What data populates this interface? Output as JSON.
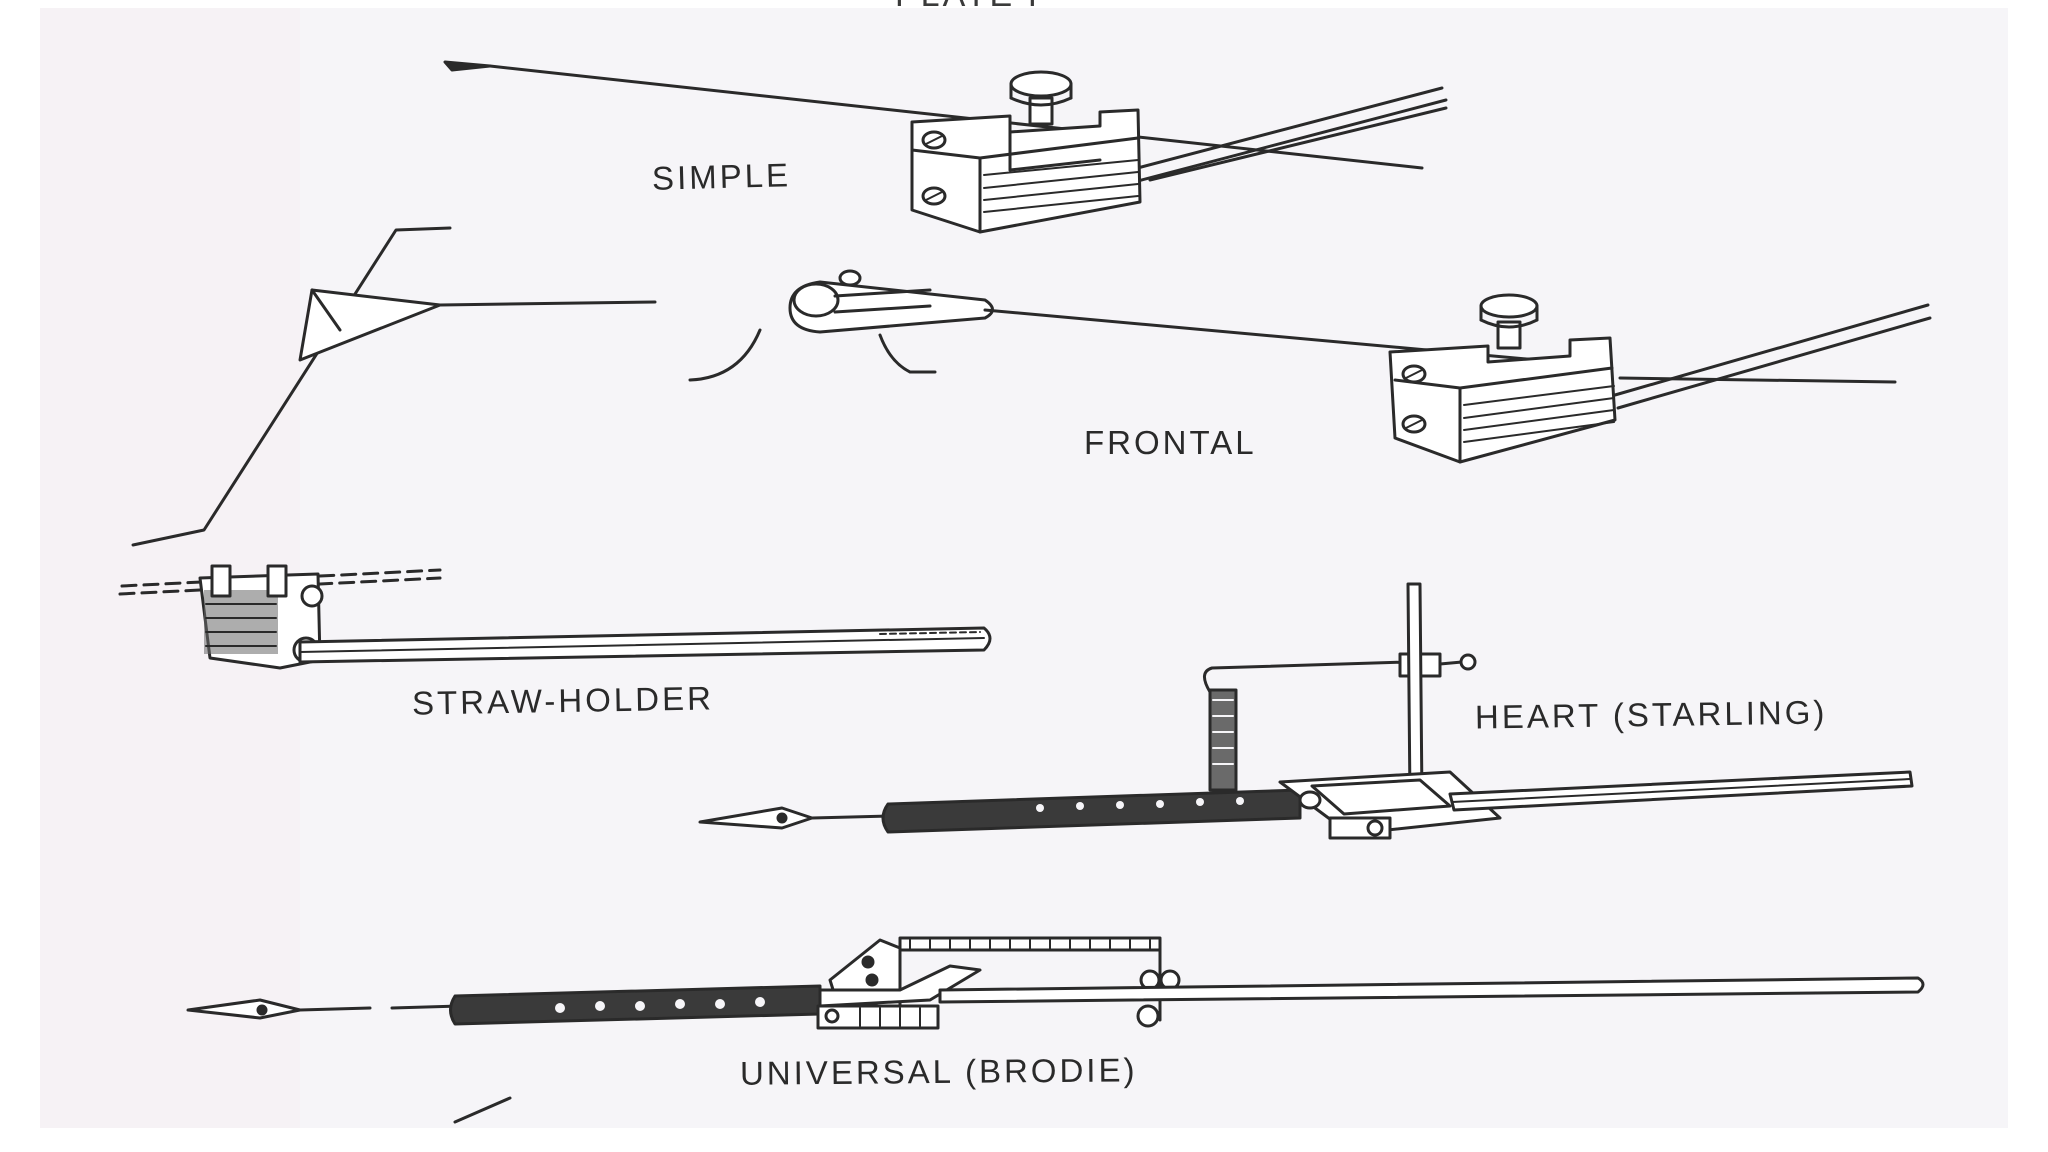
{
  "plate": {
    "heading": "PLATE I"
  },
  "labels": {
    "simple": "SIMPLE",
    "frontal": "FRONTAL",
    "straw_holder": "STRAW-HOLDER",
    "heart": "HEART (STARLING)",
    "universal": "UNIVERSAL (BRODIE)"
  },
  "colors": {
    "paper": "#f6f5f8",
    "ink": "#2a2a2a"
  }
}
